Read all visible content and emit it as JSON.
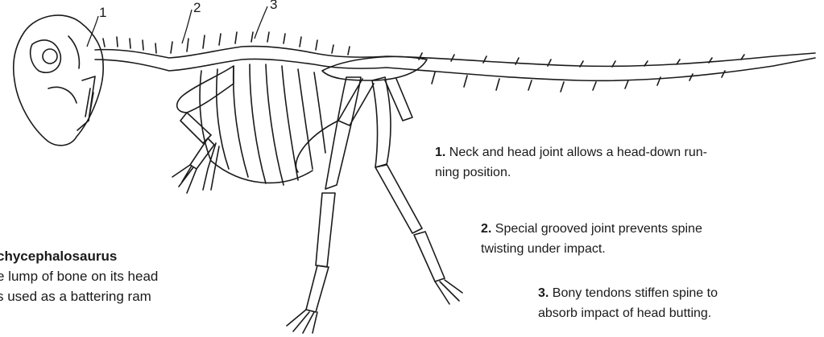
{
  "callouts": [
    {
      "number": "1"
    },
    {
      "number": "2"
    },
    {
      "number": "3"
    }
  ],
  "notes": [
    {
      "number": "1.",
      "line1": "Neck and head joint allows a head-down run-",
      "line2": "ning position."
    },
    {
      "number": "2.",
      "line1": "Special grooved joint prevents spine",
      "line2": "twisting under impact."
    },
    {
      "number": "3.",
      "line1": "Bony tendons stiffen spine to",
      "line2": "absorb impact of head butting."
    }
  ],
  "species": {
    "name": "chycephalosaurus",
    "caption_line1": "e lump of bone on its head",
    "caption_line2": "s used as a battering ram"
  },
  "colors": {
    "ink": "#1a1a1a",
    "background": "#ffffff"
  }
}
